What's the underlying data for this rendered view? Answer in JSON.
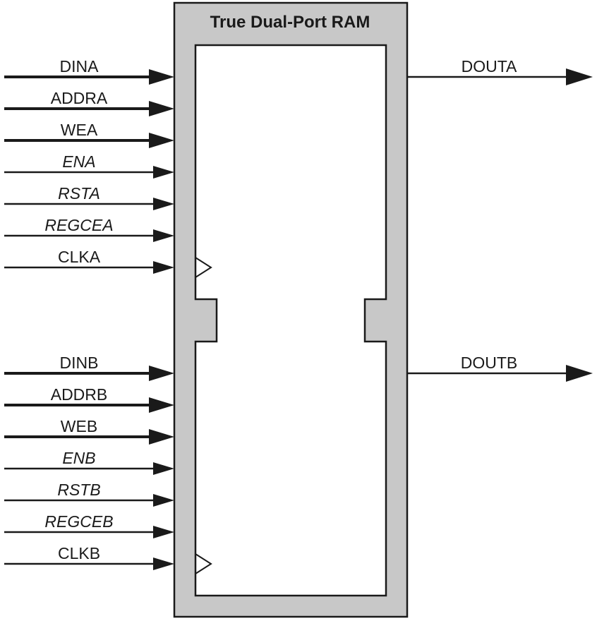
{
  "title": "True Dual-Port RAM",
  "colors": {
    "block_fill": "#c8c8c8",
    "line": "#1a1a1a",
    "inner_fill": "#ffffff"
  },
  "port_a": {
    "inputs": [
      {
        "label": "DINA",
        "italic": false,
        "bus": true
      },
      {
        "label": "ADDRA",
        "italic": false,
        "bus": true
      },
      {
        "label": "WEA",
        "italic": false,
        "bus": true
      },
      {
        "label": "ENA",
        "italic": true,
        "bus": false
      },
      {
        "label": "RSTA",
        "italic": true,
        "bus": false
      },
      {
        "label": "REGCEA",
        "italic": true,
        "bus": false
      },
      {
        "label": "CLKA",
        "italic": false,
        "bus": false
      }
    ],
    "output": {
      "label": "DOUTA",
      "bus": true
    }
  },
  "port_b": {
    "inputs": [
      {
        "label": "DINB",
        "italic": false,
        "bus": true
      },
      {
        "label": "ADDRB",
        "italic": false,
        "bus": true
      },
      {
        "label": "WEB",
        "italic": false,
        "bus": true
      },
      {
        "label": "ENB",
        "italic": true,
        "bus": false
      },
      {
        "label": "RSTB",
        "italic": true,
        "bus": false
      },
      {
        "label": "REGCEB",
        "italic": true,
        "bus": false
      },
      {
        "label": "CLKB",
        "italic": false,
        "bus": false
      }
    ],
    "output": {
      "label": "DOUTB",
      "bus": true
    }
  }
}
